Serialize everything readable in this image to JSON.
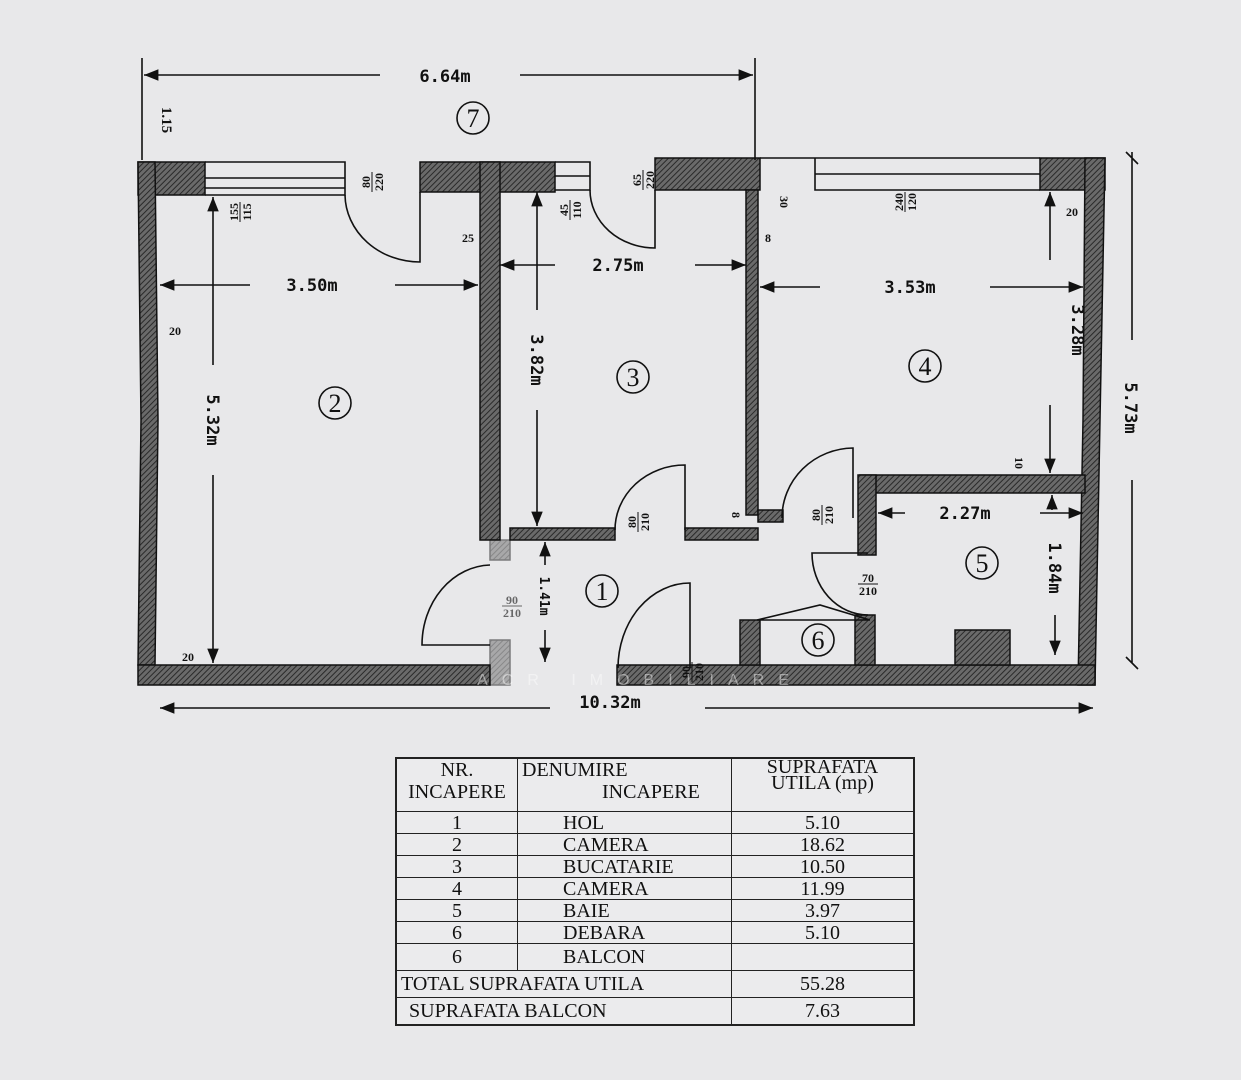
{
  "plan": {
    "overall_width": "6.64m",
    "balcony_depth": "1.15",
    "total_length": "10.32m",
    "total_depth": "5.73m",
    "room_numbers": [
      "7",
      "2",
      "3",
      "4",
      "5",
      "1",
      "6"
    ],
    "dims": {
      "room2_width": "3.50m",
      "room2_length": "5.32m",
      "room3_width": "2.75m",
      "room3_length": "3.82m",
      "room4_width": "3.53m",
      "room4_length": "3.28m",
      "room5_width": "2.27m",
      "room5_length": "1.84m",
      "hall_width": "1.41m"
    },
    "wall_thickness": {
      "w25": "25",
      "w8a": "8",
      "w8b": "8",
      "w30": "30",
      "w20a": "20",
      "w20b": "20",
      "w20c": "20",
      "w10": "10"
    },
    "openings": {
      "win_room2": [
        "155",
        "115"
      ],
      "door_balcony_left": [
        "80",
        "220"
      ],
      "win_room3": [
        "45",
        "110"
      ],
      "door_balcony_right": [
        "65",
        "220"
      ],
      "win_room4": [
        "240",
        "120"
      ],
      "door_room3": [
        "80",
        "210"
      ],
      "door_room4": [
        "80",
        "210"
      ],
      "door_bath": [
        "70",
        "210"
      ],
      "door_room2": [
        "90",
        "210"
      ],
      "door_entrance": [
        "90",
        "210"
      ]
    },
    "watermark": "ACR IMOBILIARE"
  },
  "table": {
    "headers": {
      "nr": [
        "NR.",
        "INCAPERE"
      ],
      "name": [
        "DENUMIRE",
        "INCAPERE"
      ],
      "area": [
        "SUPRAFATA",
        "UTILA (mp)"
      ]
    },
    "rows": [
      {
        "nr": "1",
        "name": "HOL",
        "area": "5.10"
      },
      {
        "nr": "2",
        "name": "CAMERA",
        "area": "18.62"
      },
      {
        "nr": "3",
        "name": "BUCATARIE",
        "area": "10.50"
      },
      {
        "nr": "4",
        "name": "CAMERA",
        "area": "11.99"
      },
      {
        "nr": "5",
        "name": "BAIE",
        "area": "3.97"
      },
      {
        "nr": "6",
        "name": "DEBARA",
        "area": "5.10"
      },
      {
        "nr": "6",
        "name": "BALCON",
        "area": ""
      }
    ],
    "total_label": "TOTAL SUPRAFATA UTILA",
    "total_value": "55.28",
    "balcony_label": "SUPRAFATA BALCON",
    "balcony_value": "7.63"
  }
}
